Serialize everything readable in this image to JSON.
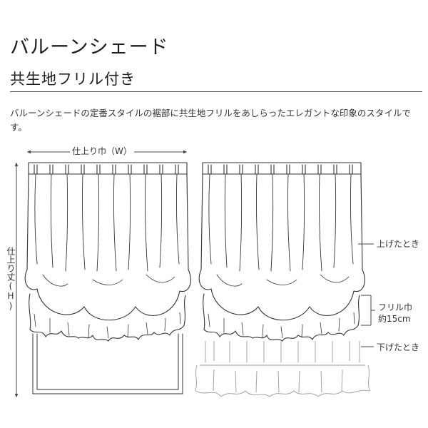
{
  "title": "バルーンシェード",
  "subtitle": "共生地フリル付き",
  "description": "バルーンシェードの定番スタイルの裾部に共生地フリルをあしらったエレガントな印象のスタイルです。",
  "labels": {
    "width": "仕上り巾（W）",
    "height": "仕上り丈(H)",
    "raised": "上げたとき",
    "frill_width": "フリル巾",
    "frill_size": "約15cm",
    "lowered": "下げたとき"
  },
  "colors": {
    "line": "#333333",
    "rule": "#555555",
    "faint": "#9a9a9a"
  }
}
